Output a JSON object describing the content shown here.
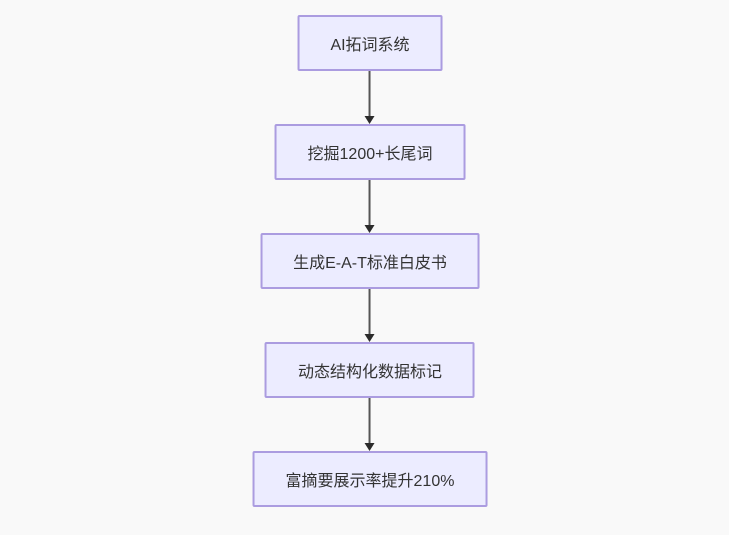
{
  "diagram": {
    "type": "flowchart",
    "direction": "top-down",
    "colors": {
      "background": "#f9f9f9",
      "node_fill": "#ececff",
      "node_border": "#ab9ce0",
      "node_text": "#333333",
      "arrow": "#333333"
    },
    "nodes": [
      {
        "id": "A",
        "label": "AI拓词系统"
      },
      {
        "id": "B",
        "label": "挖掘1200+长尾词"
      },
      {
        "id": "C",
        "label": "生成E-A-T标准白皮书"
      },
      {
        "id": "D",
        "label": "动态结构化数据标记"
      },
      {
        "id": "E",
        "label": "富摘要展示率提升210%"
      }
    ],
    "edges": [
      {
        "from": "A",
        "to": "B"
      },
      {
        "from": "B",
        "to": "C"
      },
      {
        "from": "C",
        "to": "D"
      },
      {
        "from": "D",
        "to": "E"
      }
    ]
  }
}
